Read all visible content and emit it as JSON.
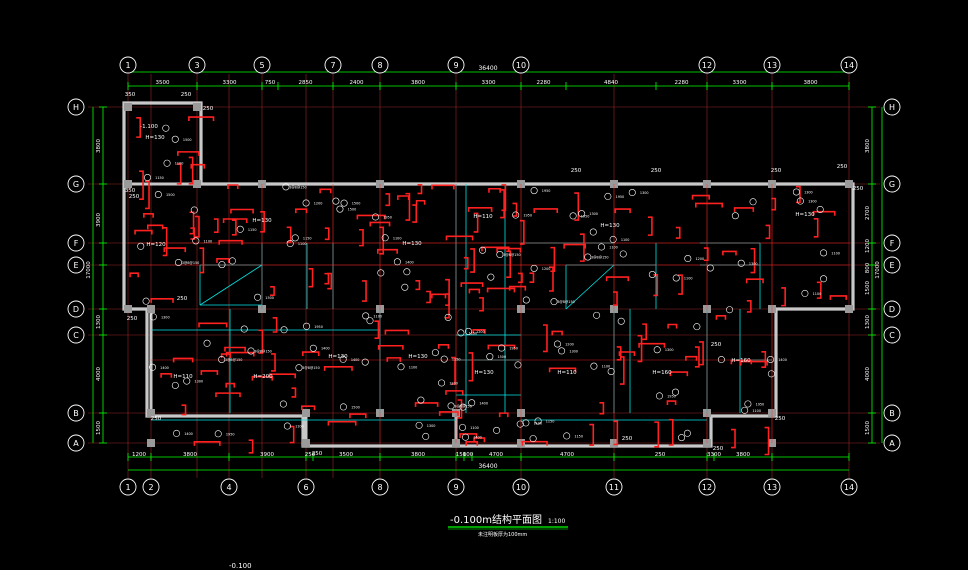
{
  "title": {
    "main": "-0.100m结构平面图",
    "scale": "1:100",
    "note": "未注明板厚为100mm",
    "elevation": "-0.100"
  },
  "colors": {
    "background": "#000000",
    "dim": "#00ff00",
    "axis": "#ffffff",
    "wall": "#c8c8c8",
    "beam": "#ff2020",
    "grid": "#cc3333",
    "cyan": "#00e5e5",
    "annot": "#ffff66"
  },
  "axes": {
    "top": [
      "1",
      "3",
      "5",
      "7",
      "8",
      "9",
      "10",
      "12",
      "13",
      "14"
    ],
    "bottom": [
      "1",
      "2",
      "4",
      "6",
      "8",
      "9",
      "10",
      "11",
      "12",
      "13",
      "14"
    ],
    "left": [
      "H",
      "G",
      "F",
      "E",
      "D",
      "C",
      "B",
      "A"
    ],
    "right": [
      "H",
      "G",
      "F",
      "E",
      "D",
      "C",
      "B",
      "A"
    ]
  },
  "dims": {
    "top_total": "36400",
    "top": [
      "3500",
      "3300",
      "750",
      "2850",
      "2400",
      "3800",
      "3300",
      "2280",
      "4840",
      "2280",
      "3300",
      "3800"
    ],
    "bottom_total": "36400",
    "bottom": [
      "1200",
      "3800",
      "3900",
      "250",
      "3500",
      "3800",
      "150",
      "100",
      "4700",
      "4700",
      "250",
      "3300",
      "3800"
    ],
    "left": [
      "3800",
      "3900",
      "17000",
      "1300",
      "4000",
      "1500"
    ],
    "right": [
      "3800",
      "2700",
      "17000",
      "1200",
      "800",
      "1500",
      "1300",
      "4000",
      "1500"
    ],
    "misc": [
      "350",
      "250",
      "250",
      "250",
      "350",
      "250",
      "250",
      "250",
      "250",
      "250",
      "250",
      "250",
      "250",
      "250",
      "250",
      "250",
      "250",
      "250"
    ]
  },
  "labels": {
    "h_values": [
      "H=130",
      "H=120",
      "H=130",
      "H=110",
      "H=130",
      "H=130",
      "H=130",
      "H=130",
      "H=130",
      "H=110",
      "H=160",
      "H=160",
      "H=110",
      "H=200",
      "H=130",
      "-1.100"
    ],
    "small": [
      "3@8@150",
      "1100",
      "1300",
      "1150",
      "1200",
      "1500",
      "1950",
      "1400",
      "1100"
    ]
  }
}
